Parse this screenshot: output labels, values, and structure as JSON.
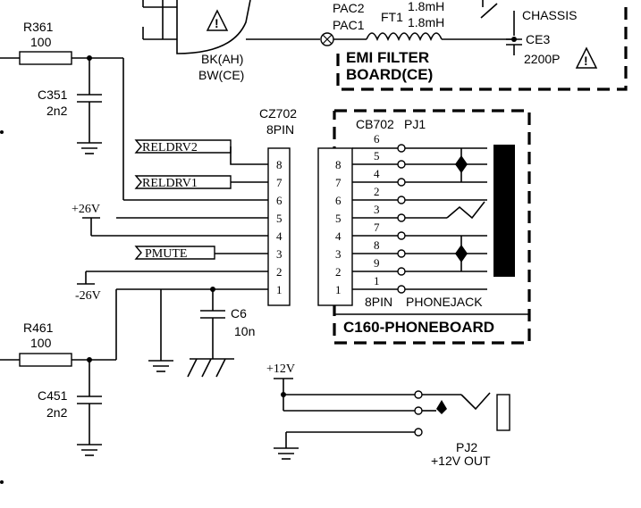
{
  "top": {
    "bk_label": "BK(AH)",
    "bw_label": "BW(CE)",
    "pac2": "PAC2",
    "pac1": "PAC1",
    "ft1": "FT1",
    "ind1": "1.8mH",
    "ind2": "1.8mH",
    "chassis": "CHASSIS",
    "ce3": "CE3",
    "ce3_value": "2200P",
    "emi_line1": "EMI FILTER",
    "emi_line2": "BOARD(CE)"
  },
  "left": {
    "r361": "R361",
    "r361_value": "100",
    "c351": "C351",
    "c351_value": "2n2",
    "r461": "R461",
    "r461_value": "100",
    "c451": "C451",
    "c451_value": "2n2",
    "plus26": "+26V",
    "minus26": "-26V",
    "relay2": "RELDRV2",
    "relay1": "RELDRV1",
    "pmute": "PMUTE"
  },
  "cz702": {
    "name": "CZ702",
    "pins_label": "8PIN",
    "pins": [
      "8",
      "7",
      "6",
      "5",
      "4",
      "3",
      "2",
      "1"
    ]
  },
  "cb702": {
    "name": "CB702",
    "pj": "PJ1",
    "pins": [
      "8",
      "7",
      "6",
      "5",
      "4",
      "3",
      "2",
      "1"
    ],
    "jack_pins": [
      "6",
      "5",
      "4",
      "2",
      "3",
      "7",
      "8",
      "9",
      "1"
    ],
    "pins_label": "8PIN",
    "jack_label": "PHONEJACK",
    "board": "C160-PHONEBOARD"
  },
  "c6": {
    "name": "C6",
    "value": "10n"
  },
  "pj2": {
    "supply": "+12V",
    "name": "PJ2",
    "out": "+12V OUT"
  },
  "warning_glyph": "⚠"
}
